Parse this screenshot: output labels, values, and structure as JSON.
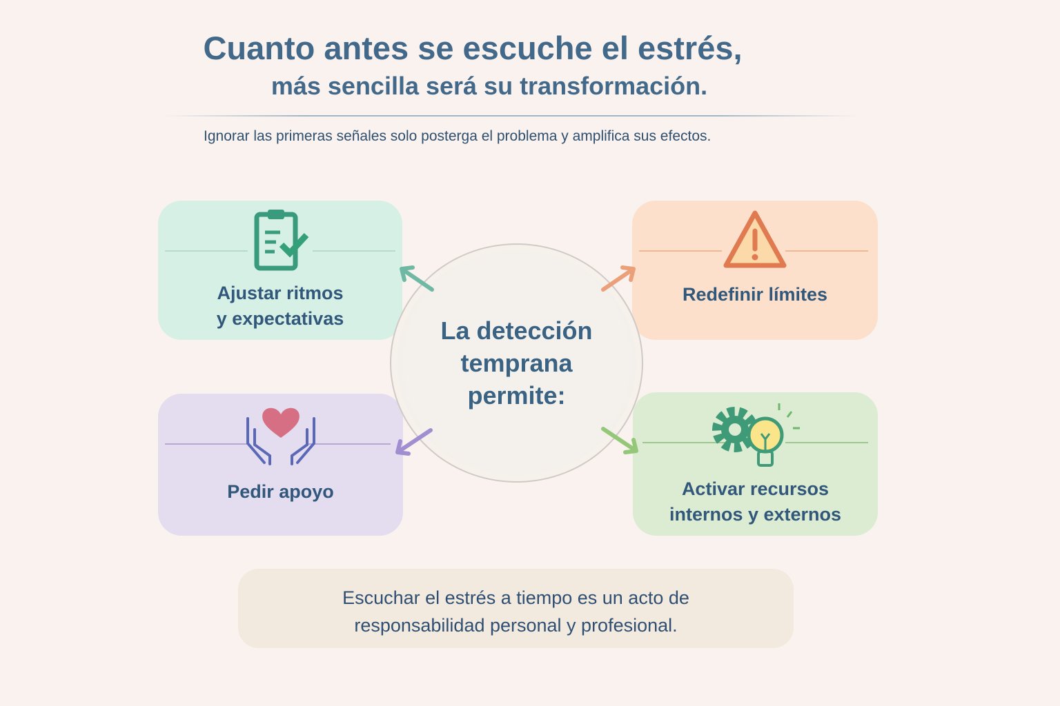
{
  "title": {
    "line1": "Cuanto antes se escuche el estrés,",
    "line2": "más sencilla será su transformación."
  },
  "subtitle": "Ignorar las primeras señales solo posterga el problema y amplifica sus efectos.",
  "center": {
    "line1": "La detección",
    "line2": "temprana",
    "line3": "permite:"
  },
  "cards": [
    {
      "line1": "Ajustar ritmos",
      "line2": "y expectativas",
      "icon": "clipboard-check-icon",
      "color": "#d6f0e6"
    },
    {
      "line1": "Redefinir límites",
      "icon": "warning-icon",
      "color": "#fce0cc"
    },
    {
      "line1": "Pedir apoyo",
      "icon": "hands-heart-icon",
      "color": "#e4dcef"
    },
    {
      "line1": "Activar recursos",
      "line2": "internos y externos",
      "icon": "gear-lightbulb-icon",
      "color": "#dcecd2"
    }
  ],
  "footer": {
    "line1": "Escuchar el estrés a tiempo es un acto de",
    "line2": "responsabilidad personal y profesional."
  }
}
